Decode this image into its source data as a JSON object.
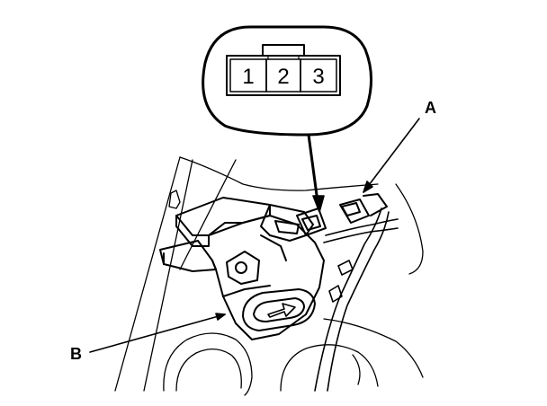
{
  "connector_view": {
    "pins": [
      "1",
      "2",
      "3"
    ]
  },
  "callouts": {
    "a": "A",
    "b": "B"
  },
  "colors": {
    "line": "#000000",
    "background": "#ffffff"
  }
}
